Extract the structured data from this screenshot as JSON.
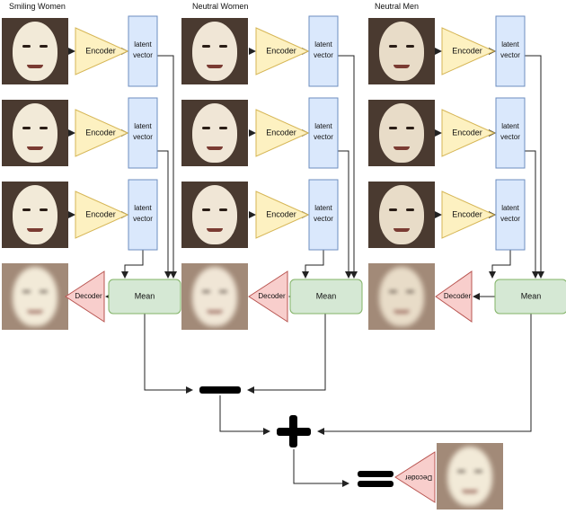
{
  "columns": [
    {
      "title": "Smiling Women",
      "color": "#f2ead8"
    },
    {
      "title": "Neutral Women",
      "color": "#f0e6d6"
    },
    {
      "title": "Neutral Men",
      "color": "#e8dcc8"
    }
  ],
  "labels": {
    "encoder": "Encoder",
    "latent_line1": "latent",
    "latent_line2": "vector",
    "mean": "Mean",
    "decoder": "Decoder"
  },
  "colors": {
    "encoder_fill": "#fdf1c1",
    "encoder_stroke": "#d6b656",
    "latent_fill": "#dae8fc",
    "latent_stroke": "#6c8ebf",
    "mean_fill": "#d5e8d4",
    "mean_stroke": "#82b366",
    "decoder_fill": "#f8cecc",
    "decoder_stroke": "#b85450",
    "line": "#222222",
    "operator": "#000000"
  },
  "operators": {
    "minus": "minus",
    "plus": "plus",
    "equals": "equals"
  }
}
